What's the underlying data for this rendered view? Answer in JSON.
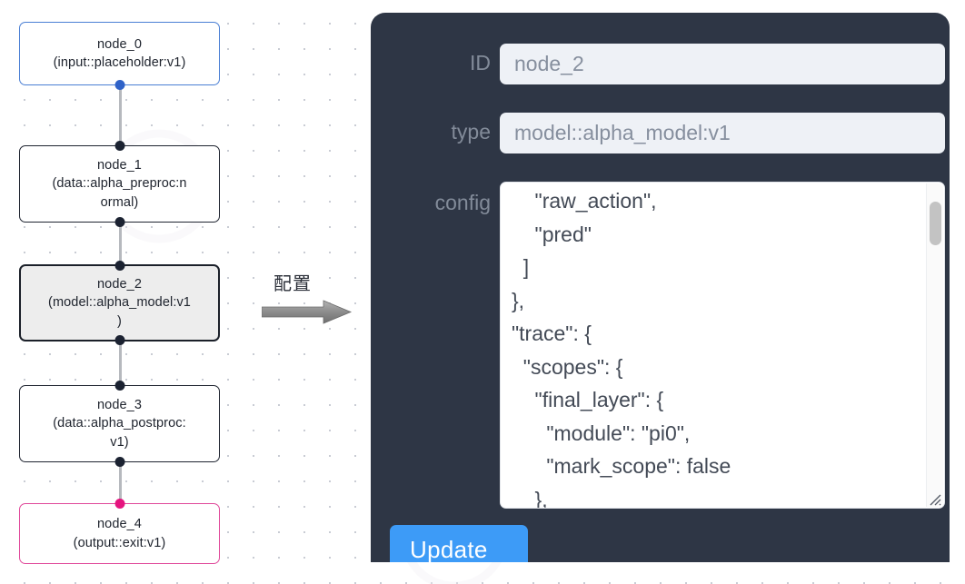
{
  "graph": {
    "nodes": [
      {
        "id": "node_0",
        "label": "node_0\n(input::placeholder:v1)",
        "kind": "input",
        "selected": false
      },
      {
        "id": "node_1",
        "label": "node_1\n(data::alpha_preproc:n\normal)",
        "kind": "default",
        "selected": false
      },
      {
        "id": "node_2",
        "label": "node_2\n(model::alpha_model:v1\n)",
        "kind": "default",
        "selected": true
      },
      {
        "id": "node_3",
        "label": "node_3\n(data::alpha_postproc:\nv1)",
        "kind": "default",
        "selected": false
      },
      {
        "id": "node_4",
        "label": "node_4\n(output::exit:v1)",
        "kind": "output",
        "selected": false
      }
    ],
    "edges": [
      "node_0 -> node_1",
      "node_1 -> node_2",
      "node_2 -> node_3",
      "node_3 -> node_4"
    ],
    "colors": {
      "input_border": "#4a7fd4",
      "output_border": "#e0489a",
      "default_border": "#1f2430",
      "selected_fill": "#ededed",
      "handle": "#1b2231",
      "handle_input": "#2f62c8",
      "handle_output": "#e5147f",
      "edge": "#b6b9be"
    }
  },
  "transition": {
    "caption": "配置",
    "arrow_icon": "right-arrow-icon"
  },
  "panel": {
    "background": "#2e3645",
    "fields": [
      {
        "key": "id",
        "label": "ID",
        "value": "node_2"
      },
      {
        "key": "type",
        "label": "type",
        "value": "model::alpha_model:v1"
      },
      {
        "key": "config",
        "label": "config",
        "value": "    \"raw_action\",\n    \"pred\"\n  ]\n},\n\"trace\": {\n  \"scopes\": {\n    \"final_layer\": {\n      \"module\": \"pi0\",\n      \"mark_scope\": false\n    },\n    \"action_model\": {"
      }
    ],
    "update_button": {
      "label": "Update",
      "color": "#3d9bf7"
    },
    "scrollbar": {
      "thumb_color": "#c3c3c3",
      "position": "near-top"
    }
  }
}
